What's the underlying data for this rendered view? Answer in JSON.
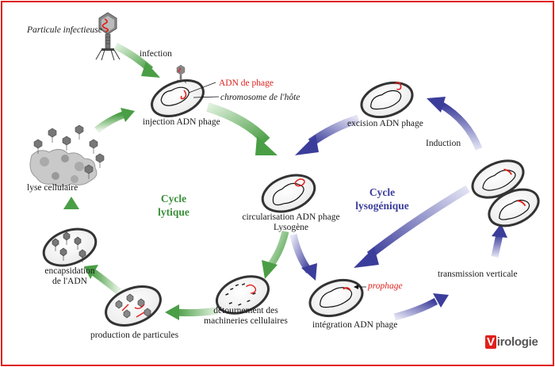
{
  "labels": {
    "particle": "Particule infectieuse",
    "infection": "infection",
    "phage_dna": "ADN de phage",
    "host_chromosome": "chromosome de l'hôte",
    "injection": "injection ADN phage",
    "excision": "excision ADN phage",
    "induction": "Induction",
    "lysis": "lyse cellulaire",
    "lytic_cycle": "Cycle\nlytique",
    "lysogenic_cycle": "Cycle\nlysogénique",
    "circularisation": "circularisation ADN phage",
    "lysogene": "Lysogène",
    "encapsidation": "encapsidation\nde l'ADN",
    "prophage": "prophage",
    "vertical_transmission": "transmission verticale",
    "diversion": "détournement des\nmachineries cellulaires",
    "integration": "intégration ADN phage",
    "particle_production": "production de particules"
  },
  "logo": {
    "initial": "V",
    "rest": "irologie"
  },
  "colors": {
    "lytic": "#3a8f3a",
    "lysogenic": "#3b3d9a",
    "accent": "#e0201c"
  }
}
